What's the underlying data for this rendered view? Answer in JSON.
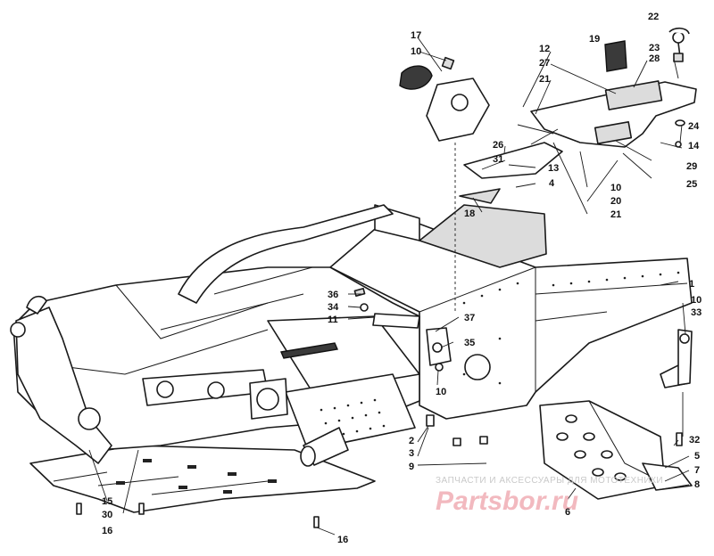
{
  "diagram": {
    "callouts": [
      {
        "id": "c22",
        "text": "22"
      },
      {
        "id": "c17",
        "text": "17"
      },
      {
        "id": "c10a",
        "text": "10"
      },
      {
        "id": "c19",
        "text": "19"
      },
      {
        "id": "c12",
        "text": "12"
      },
      {
        "id": "c27",
        "text": "27"
      },
      {
        "id": "c23",
        "text": "23"
      },
      {
        "id": "c28",
        "text": "28"
      },
      {
        "id": "c21a",
        "text": "21"
      },
      {
        "id": "c24",
        "text": "24"
      },
      {
        "id": "c26",
        "text": "26"
      },
      {
        "id": "c31",
        "text": "31"
      },
      {
        "id": "c14",
        "text": "14"
      },
      {
        "id": "c13",
        "text": "13"
      },
      {
        "id": "c29",
        "text": "29"
      },
      {
        "id": "c25",
        "text": "25"
      },
      {
        "id": "c10b",
        "text": "10"
      },
      {
        "id": "c20",
        "text": "20"
      },
      {
        "id": "c4",
        "text": "4"
      },
      {
        "id": "c18",
        "text": "18"
      },
      {
        "id": "c21b",
        "text": "21"
      },
      {
        "id": "c1",
        "text": "1"
      },
      {
        "id": "c10c",
        "text": "10"
      },
      {
        "id": "c33",
        "text": "33"
      },
      {
        "id": "c36",
        "text": "36"
      },
      {
        "id": "c34",
        "text": "34"
      },
      {
        "id": "c11",
        "text": "11"
      },
      {
        "id": "c37",
        "text": "37"
      },
      {
        "id": "c35",
        "text": "35"
      },
      {
        "id": "c10d",
        "text": "10"
      },
      {
        "id": "c2",
        "text": "2"
      },
      {
        "id": "c3",
        "text": "3"
      },
      {
        "id": "c9",
        "text": "9"
      },
      {
        "id": "c32",
        "text": "32"
      },
      {
        "id": "c5",
        "text": "5"
      },
      {
        "id": "c7",
        "text": "7"
      },
      {
        "id": "c8",
        "text": "8"
      },
      {
        "id": "c6",
        "text": "6"
      },
      {
        "id": "c15",
        "text": "15"
      },
      {
        "id": "c30",
        "text": "30"
      },
      {
        "id": "c16a",
        "text": "16"
      },
      {
        "id": "c16b",
        "text": "16"
      }
    ]
  },
  "watermark": {
    "tagline": "ЗАПЧАСТИ И АКСЕССУАРЫ ДЛЯ МОТОТЕХНИКИ",
    "logo": "Partsbor.ru"
  },
  "colors": {
    "line": "#1a1a1a",
    "watermark_logo": "#f2b9bf",
    "watermark_text": "#c9c9c9"
  }
}
